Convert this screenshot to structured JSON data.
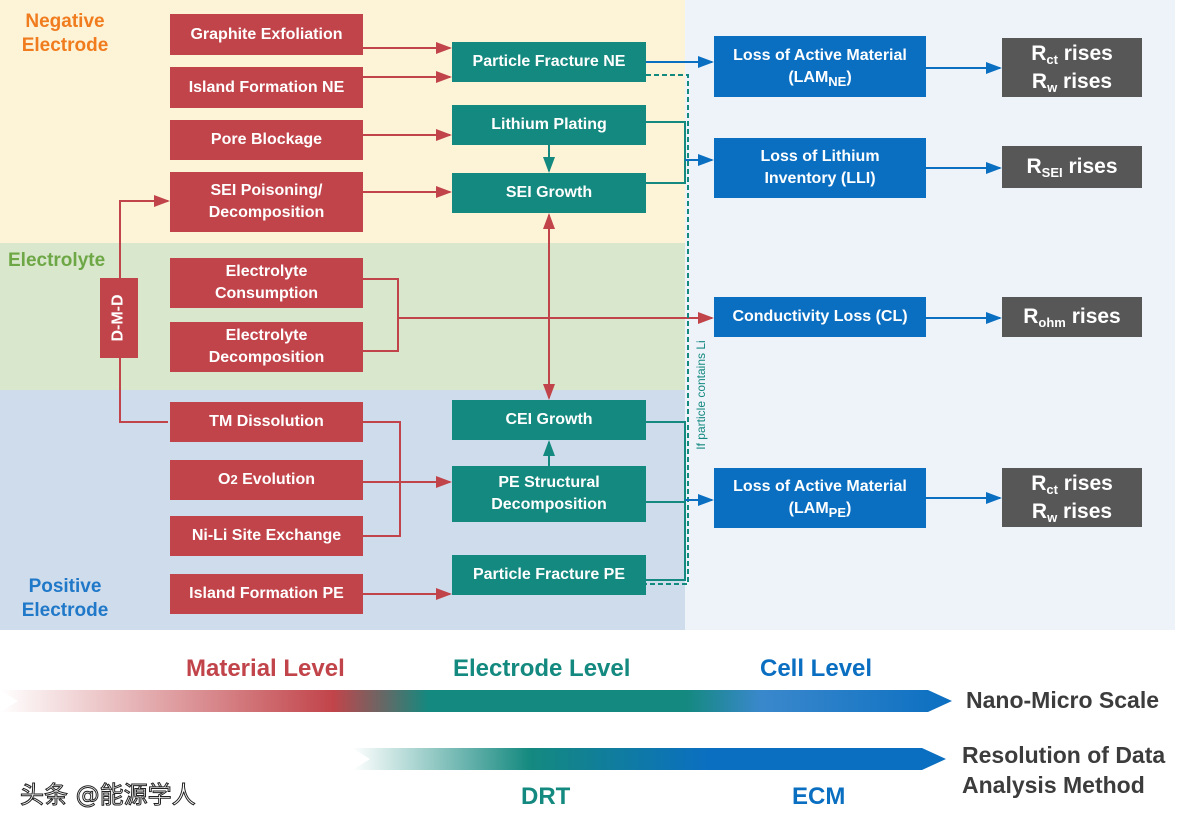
{
  "zones": {
    "negative": "Negative Electrode",
    "electrolyte": "Electrolyte",
    "positive": "Positive Electrode"
  },
  "dmd": "D-M-D",
  "material_mechanisms": [
    "Graphite Exfoliation",
    "Island Formation NE",
    "Pore Blockage",
    "SEI Poisoning/ Decomposition",
    "Electrolyte Consumption",
    "Electrolyte Decomposition",
    "TM Dissolution",
    "O2 Evolution",
    "Ni-Li Site Exchange",
    "Island Formation PE"
  ],
  "electrode_mechanisms": [
    "Particle Fracture NE",
    "Lithium Plating",
    "SEI Growth",
    "CEI Growth",
    "PE Structural Decomposition",
    "Particle Fracture PE"
  ],
  "degradation_modes": {
    "lam_ne": {
      "main": "Loss of Active Material",
      "sub_prefix": "(LAM",
      "sub": "NE",
      "sub_suffix": ")"
    },
    "lli": "Loss of Lithium Inventory (LLI)",
    "cl": "Conductivity Loss (CL)",
    "lam_pe": {
      "main": "Loss of Active Material",
      "sub_prefix": "(LAM",
      "sub": "PE",
      "sub_suffix": ")"
    }
  },
  "effects": {
    "rct": {
      "R": "R",
      "sub": "ct",
      "text": " rises"
    },
    "rw": {
      "R": "R",
      "sub": "w",
      "text": " rises"
    },
    "rsei": {
      "R": "R",
      "sub": "SEI",
      "text": " rises"
    },
    "rohm": {
      "R": "R",
      "sub": "ohm",
      "text": " rises"
    }
  },
  "dashed_note": "If particle contains Li",
  "o2": {
    "prefix": "O",
    "sub": "2",
    "suffix": " Evolution"
  },
  "levels": {
    "material": "Material Level",
    "electrode": "Electrode Level",
    "cell": "Cell Level"
  },
  "scale1": "Nano-Micro Scale",
  "methods": {
    "drt": "DRT",
    "ecm": "ECM"
  },
  "scale2": {
    "line1": "Resolution of Data",
    "line2": "Analysis Method"
  },
  "watermark": "头条 @能源学人",
  "colors": {
    "material": "#c1444a",
    "electrode": "#14897f",
    "cell": "#0b6fc1",
    "effect": "#575757",
    "negative_text": "#f07c1e",
    "electrolyte_text": "#6ea846",
    "positive_text": "#1f78c8"
  }
}
